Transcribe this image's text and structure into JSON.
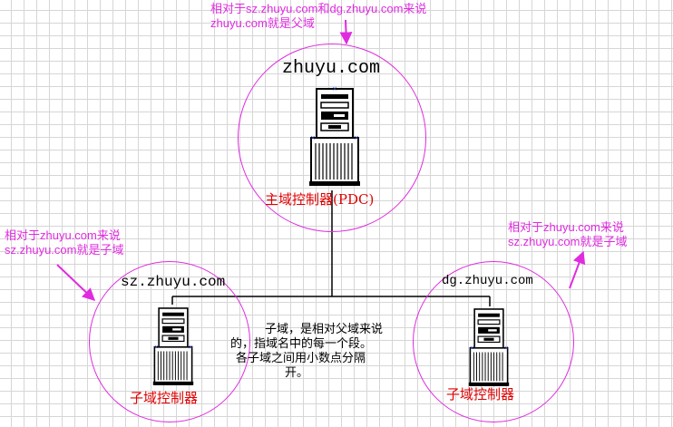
{
  "colors": {
    "accent": "#e02be0",
    "role": "#e00000",
    "line": "#000000"
  },
  "root": {
    "domain": "zhuyu.com",
    "role": "主域控制器(PDC)",
    "note": [
      "相对于sz.zhuyu.com和dg.zhuyu.com来说",
      "zhuyu.com就是父域"
    ]
  },
  "left": {
    "domain": "sz.zhuyu.com",
    "role": "子域控制器",
    "note": [
      "相对于zhuyu.com来说",
      "sz.zhuyu.com就是子域"
    ]
  },
  "right": {
    "domain": "dg.zhuyu.com",
    "role": "子域控制器",
    "note": [
      "相对于zhuyu.com来说",
      "sz.zhuyu.com就是子域"
    ]
  },
  "explanation": [
    "子域，是相对父域来说",
    "的，指域名中的每一个段。",
    "各子域之间用小数点分隔",
    "开。"
  ],
  "icons": {
    "server": "server-tower-icon",
    "arrow": "arrow-icon"
  }
}
